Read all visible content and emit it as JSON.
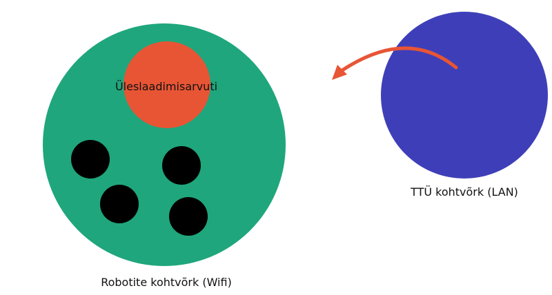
{
  "colors": {
    "robot_network": "#1fa67c",
    "upload_computer": "#e85535",
    "ttu_network": "#3e3fb8",
    "robot": "#000000",
    "arrow": "#e85535"
  },
  "labels": {
    "upload_computer": "Üleslaadimisarvuti",
    "robot_network": "Robotite kohtvõrk (Wifi)",
    "ttu_network": "TTÜ kohtvõrk (LAN)"
  },
  "robots_count": 4
}
